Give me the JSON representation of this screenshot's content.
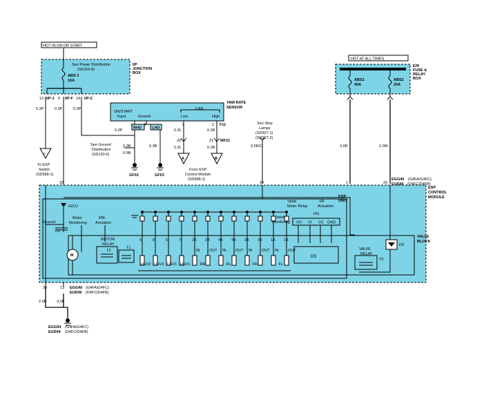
{
  "top_left": {
    "hot_label": "HOT IN ON OR START",
    "see_power": "See Power Distribution",
    "see_power_ref": "(SD110-8)",
    "fuse_name": "ABS 3",
    "fuse_amp": "10A",
    "box_name_1": "I/P",
    "box_name_2": "JUNCTION",
    "box_name_3": "BOX",
    "pins": [
      {
        "num": "13",
        "name": "I/P-J",
        "wire": "0.3P"
      },
      {
        "num": "9",
        "name": "I/P-F",
        "wire": "0.3P"
      },
      {
        "num": "14",
        "name": "I/P-C",
        "wire": "0.3P"
      }
    ],
    "esp_switch_1": "To ESP",
    "esp_switch_2": "Switch",
    "esp_switch_ref": "(SD588-1)"
  },
  "yaw": {
    "title_1": "YAW RATE",
    "title_2": "SENSOR",
    "on_start": "ON/START",
    "input": "Input",
    "ground": "Ground",
    "can": "CAN",
    "low": "Low",
    "high": "High",
    "pin1": "1",
    "pin4": "4",
    "pin3": "3",
    "pin2": "2",
    "f11": "F11",
    "rhd": "RHD",
    "lhd": "LHD",
    "wire_03p": "0.3P",
    "wire_03l": "0.3L",
    "wire_03r": "0.3R",
    "wire_03b_1": "0.3B",
    "wire_05b": "0.5B",
    "wire_03b_2": "0.3B",
    "mf21": "MF21",
    "pin20": "20",
    "pin21": "21",
    "conn_a": "A",
    "conn_b": "B",
    "from_esp_1": "From ESP",
    "from_esp_2": "Control Module",
    "from_esp_ref": "(SD588-1)",
    "see_ground_1": "See Ground",
    "see_ground_2": "Distribution",
    "see_ground_ref": "(SD130-6)",
    "gf02": "GF02",
    "gf03": "GF03"
  },
  "stop_lamps": {
    "l1": "See Stop",
    "l2": "Lamps",
    "l3": "(SD927-1)",
    "l4": "(SD927-2)",
    "wire": "0.5R/O"
  },
  "top_right": {
    "hot_label": "HOT AT ALL TIMES",
    "box_1": "E/R",
    "box_2": "FUSE &",
    "box_3": "RELAY",
    "box_4": "BOX",
    "fuse1_name": "ABS1",
    "fuse1_amp": "40A",
    "fuse2_name": "ABS2",
    "fuse2_amp": "20A",
    "wire1": "3.0R",
    "wire2": "2.0W"
  },
  "module": {
    "pin32": "32",
    "pin30": "30",
    "pin1": "1",
    "pin25": "25",
    "egg40_top": "EGG40",
    "egg40_top_note": "(G4FA/G4FC)",
    "eud40_top": "EUD40",
    "eud40_top_note": "(D4FC/D4FB)",
    "title_1": "ESP",
    "title_2": "CONTROL",
    "title_3": "MODULE",
    "ecu": "+ECU",
    "ground": "Ground",
    "c1": "C1",
    "motor_mon_1": "Motor",
    "motor_mon_2": "Monitoring",
    "mr_act_1": "MR-",
    "mr_act_2": "Actuation",
    "vbatt_1": "Vbatt",
    "vbatt_2": "Motor Relay",
    "vr_act_1": "VR",
    "vr_act_2": "Actuation",
    "esp_unit_1": "ESP",
    "esp_unit_2": "UNIT",
    "dg": "DG",
    "vo": "VO",
    "vi": "VI",
    "vs": "VS",
    "gnd": "GND",
    "valve_mon_1": "Valve",
    "valve_mon_2": "Monitoring",
    "valve_block_1": "VALVE",
    "valve_block_2": "BLOCK",
    "motor_relay_1": "MOTOR",
    "motor_relay_2": "RELAY",
    "t2": "T2",
    "t1": "T1",
    "m": "M",
    "ds": "DS",
    "valve_relay_1": "VALVE",
    "valve_relay_2": "RELAY",
    "t0": "T0",
    "d0": "D0",
    "sol_nums": [
      "6",
      "8",
      "5",
      "7",
      "2A",
      "2B",
      "4A",
      "4B",
      "3A",
      "3B",
      "1A",
      "1B"
    ],
    "sol_io": [
      "IN",
      "OUT",
      "IN",
      "OUT",
      "IN",
      "OUT",
      "IN",
      "OUT"
    ],
    "groups": [
      "HSV2",
      "USV2",
      "USV1",
      "HSV1",
      "RR",
      "RL",
      "FR",
      "FL"
    ],
    "pin38": "38",
    "pin13": "13",
    "egg40_bot": "EGG40",
    "egg40_bot_note": "(G4FA/G4FC)",
    "eud40_bot": "EUD40",
    "eud40_bot_note": "(D4FC/D4FB)"
  },
  "bottom": {
    "wire1": "2.0B",
    "wire2": "3.0B",
    "egg04": "EGG04",
    "egg04_note": "(G4FA/G4FC)",
    "eud04": "EUD04",
    "eud04_note": "(D4FC/D4FB)"
  }
}
